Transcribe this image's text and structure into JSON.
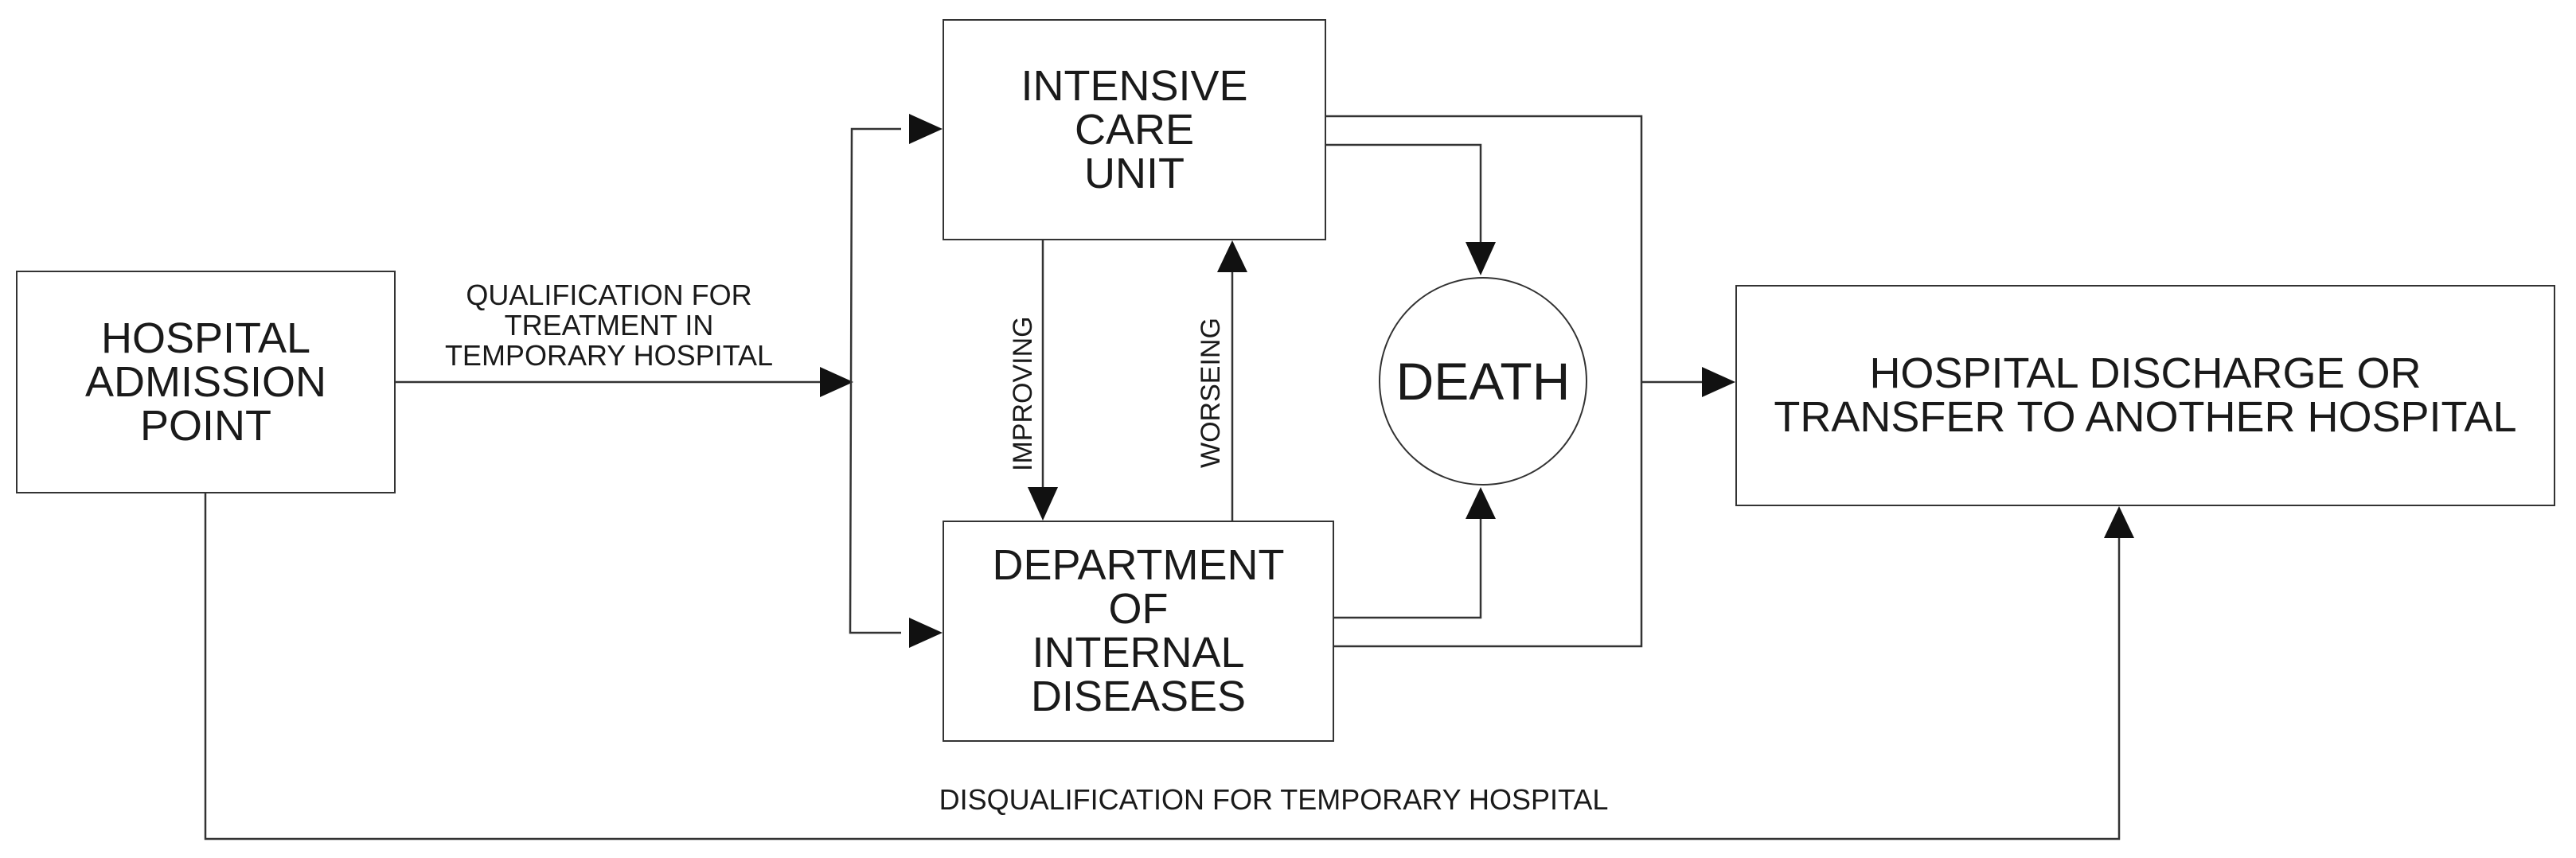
{
  "nodes": {
    "admission": [
      "HOSPITAL",
      "ADMISSION",
      "POINT"
    ],
    "icu": [
      "INTENSIVE",
      "CARE",
      "UNIT"
    ],
    "internal": [
      "DEPARTMENT",
      "OF",
      "INTERNAL",
      "DISEASES"
    ],
    "death": "DEATH",
    "discharge": [
      "HOSPITAL DISCHARGE OR",
      "TRANSFER TO ANOTHER HOSPITAL"
    ]
  },
  "edges": {
    "qualification": [
      "QUALIFICATION FOR",
      "TREATMENT IN",
      "TEMPORARY HOSPITAL"
    ],
    "improving": "IMPROVING",
    "worsening": "WORSEING",
    "disqualification": "DISQUALIFICATION FOR TEMPORARY HOSPITAL"
  }
}
